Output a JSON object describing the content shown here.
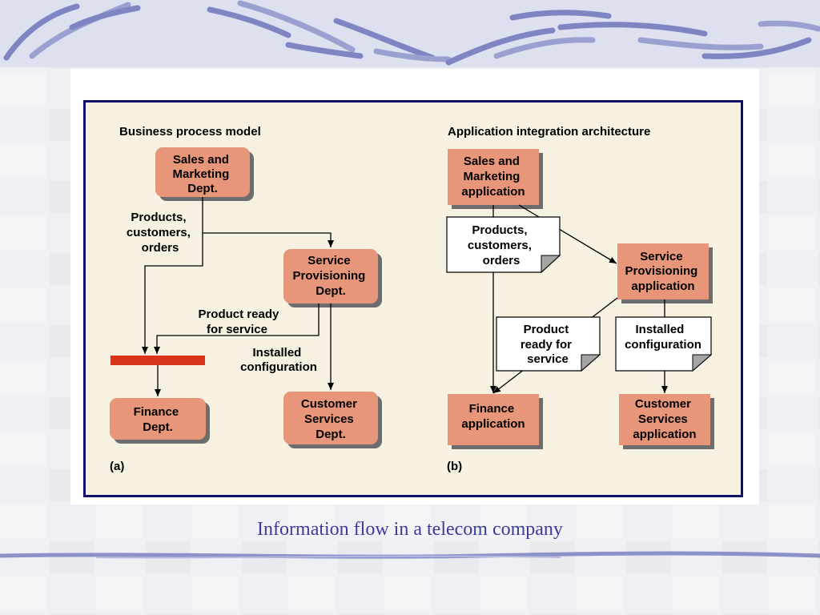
{
  "caption": "Information flow in a telecom company",
  "colors": {
    "box_fill": "#e8967a",
    "diagram_bg": "#f7f1e1",
    "frame_border": "#10106a",
    "bar": "#d8341a",
    "caption": "#3b3b9b"
  },
  "panel_a": {
    "heading": "Business process model",
    "tag": "(a)",
    "nodes": {
      "sales": [
        "Sales and",
        "Marketing",
        "Dept."
      ],
      "service": [
        "Service",
        "Provisioning",
        "Dept."
      ],
      "finance": [
        "Finance",
        "Dept."
      ],
      "customer": [
        "Customer",
        "Services",
        "Dept."
      ]
    },
    "labels": {
      "products": [
        "Products,",
        "customers,",
        "orders"
      ],
      "ready": [
        "Product ready",
        "for service"
      ],
      "installed": [
        "Installed",
        "configuration"
      ]
    }
  },
  "panel_b": {
    "heading": "Application integration architecture",
    "tag": "(b)",
    "nodes": {
      "sales": [
        "Sales and",
        "Marketing",
        "application"
      ],
      "service": [
        "Service",
        "Provisioning",
        "application"
      ],
      "finance": [
        "Finance",
        "application"
      ],
      "customer": [
        "Customer",
        "Services",
        "application"
      ]
    },
    "documents": {
      "products": [
        "Products,",
        "customers,",
        "orders"
      ],
      "ready": [
        "Product",
        "ready for",
        "service"
      ],
      "installed": [
        "Installed",
        "configuration"
      ]
    }
  }
}
